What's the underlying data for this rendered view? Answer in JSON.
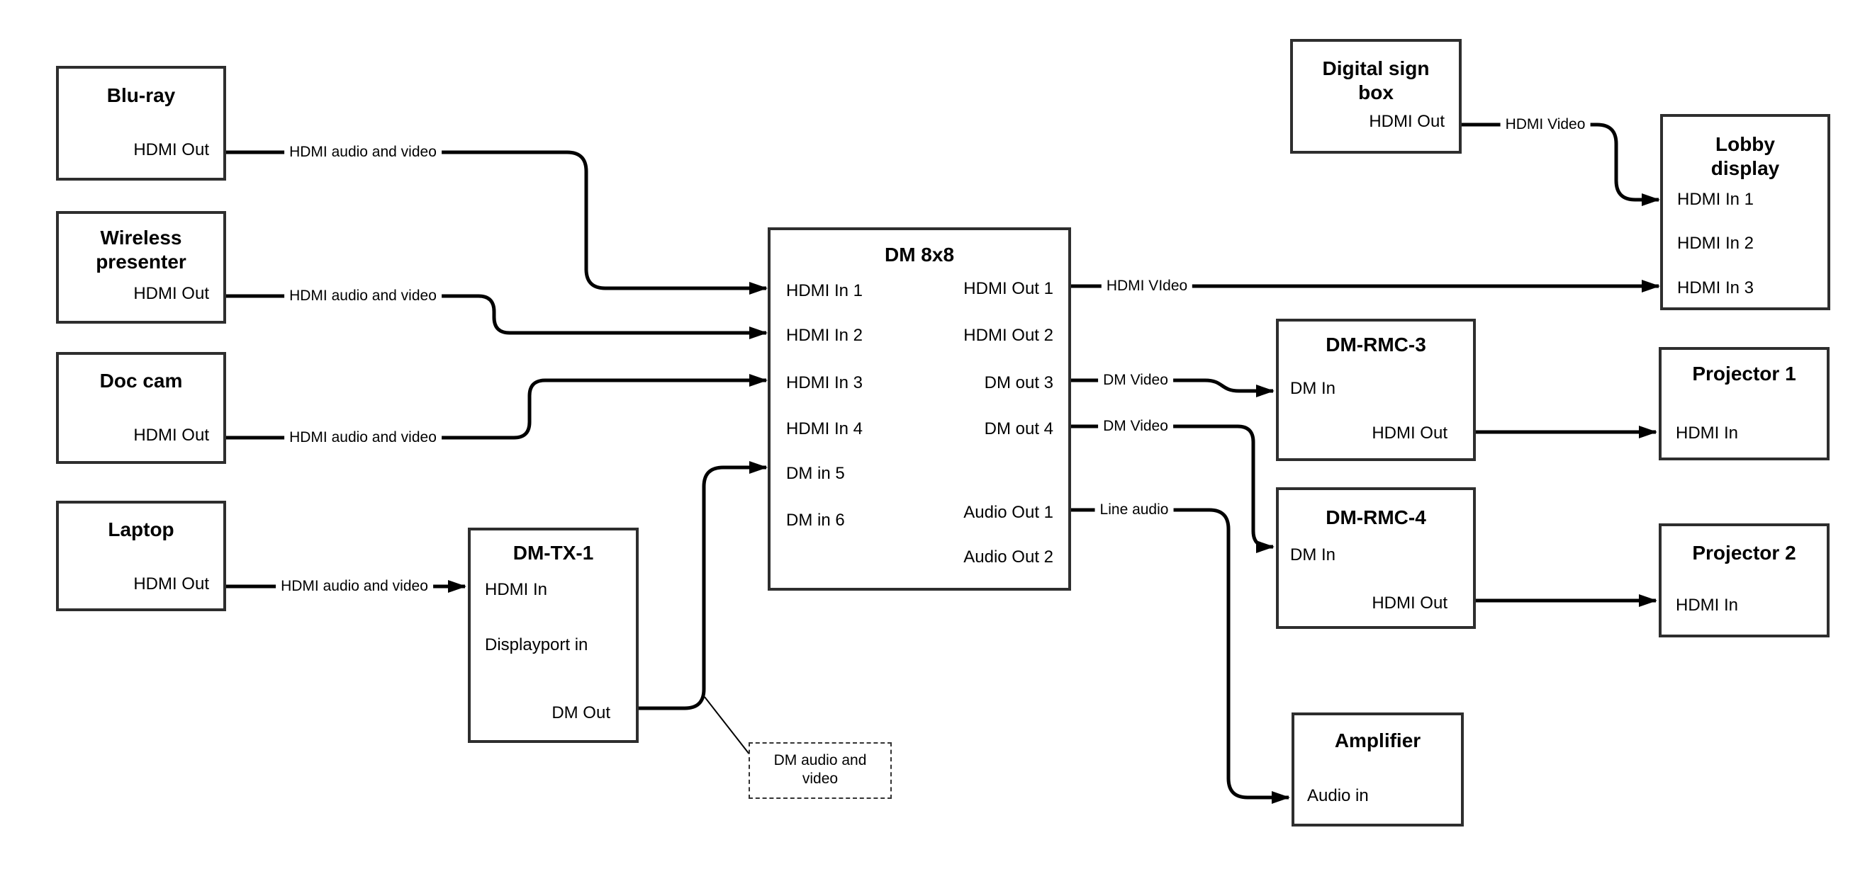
{
  "nodes": {
    "bluray": {
      "title": "Blu-ray",
      "out": "HDMI Out"
    },
    "wireless": {
      "title1": "Wireless",
      "title2": "presenter",
      "out": "HDMI Out"
    },
    "doccam": {
      "title": "Doc cam",
      "out": "HDMI Out"
    },
    "laptop": {
      "title": "Laptop",
      "out": "HDMI Out"
    },
    "dmtx1": {
      "title": "DM-TX-1",
      "in1": "HDMI In",
      "in2": "Displayport in",
      "out": "DM Out"
    },
    "dm8x8": {
      "title": "DM 8x8",
      "in1": "HDMI In 1",
      "in2": "HDMI In 2",
      "in3": "HDMI In 3",
      "in4": "HDMI In 4",
      "in5": "DM in 5",
      "in6": "DM in 6",
      "out1": "HDMI Out 1",
      "out2": "HDMI Out 2",
      "out3": "DM out 3",
      "out4": "DM out 4",
      "out5": "Audio Out 1",
      "out6": "Audio Out 2"
    },
    "digitalsign": {
      "title1": "Digital sign",
      "title2": "box",
      "out": "HDMI Out"
    },
    "lobby": {
      "title1": "Lobby",
      "title2": "display",
      "in1": "HDMI In 1",
      "in2": "HDMI In 2",
      "in3": "HDMI In 3"
    },
    "dmrmc3": {
      "title": "DM-RMC-3",
      "in": "DM In",
      "out": "HDMI Out"
    },
    "dmrmc4": {
      "title": "DM-RMC-4",
      "in": "DM In",
      "out": "HDMI Out"
    },
    "proj1": {
      "title": "Projector 1",
      "in": "HDMI In"
    },
    "proj2": {
      "title": "Projector 2",
      "in": "HDMI In"
    },
    "amp": {
      "title": "Amplifier",
      "in": "Audio in"
    }
  },
  "wire_labels": {
    "bluray_wire": "HDMI audio and video",
    "wireless_wire": "HDMI audio and video",
    "doccam_wire": "HDMI audio and video",
    "laptop_wire": "HDMI audio and video",
    "digitalsign_wire": "HDMI Video",
    "hdmi_out1_wire": "HDMI VIdeo",
    "dm_out3_wire": "DM Video",
    "dm_out4_wire": "DM Video",
    "audio_out1_wire": "Line audio"
  },
  "note": {
    "line1": "DM audio and",
    "line2": "video"
  },
  "colors": {
    "wire": "#000000",
    "box_border": "#2e2e2e",
    "background": "#ffffff"
  }
}
